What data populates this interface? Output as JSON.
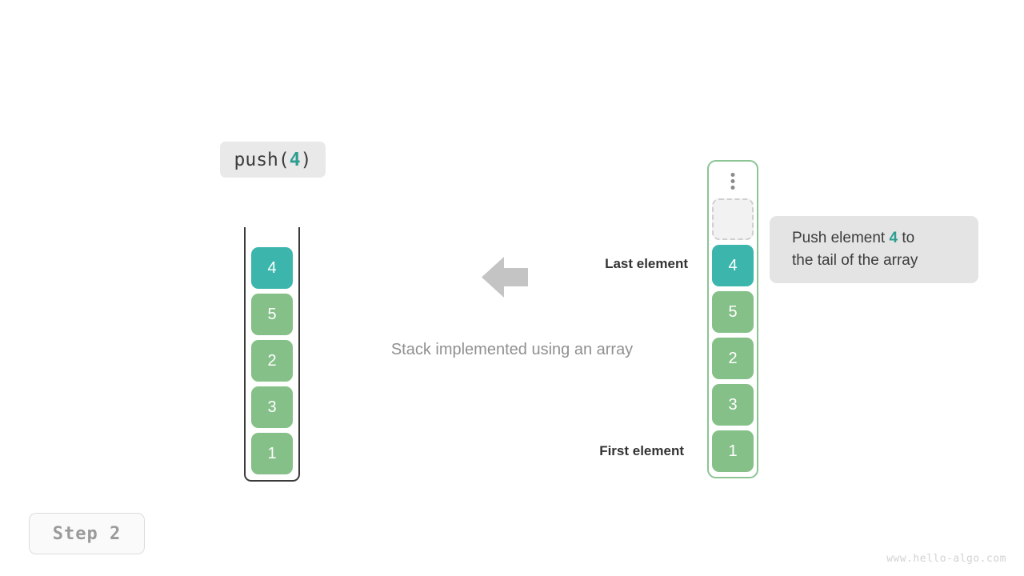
{
  "operation": {
    "prefix": "push(",
    "value": "4",
    "suffix": ")"
  },
  "stack_panel": {
    "name": "stack-implemented-using-an-array",
    "caption": "Stack implemented using an array",
    "cells_top_to_bottom": [
      {
        "value": "4",
        "state": "new"
      },
      {
        "value": "5",
        "state": "existing"
      },
      {
        "value": "2",
        "state": "existing"
      },
      {
        "value": "3",
        "state": "existing"
      },
      {
        "value": "1",
        "state": "existing"
      }
    ]
  },
  "annotations": {
    "last_element": "Last element",
    "first_element": "First element",
    "arrow_icon": "arrow-left-icon"
  },
  "array_panel": {
    "ellipsis_icon": "vertical-ellipsis-icon",
    "empty_slot_label": "",
    "cells_top_to_bottom": [
      {
        "value": "4",
        "state": "new"
      },
      {
        "value": "5",
        "state": "existing"
      },
      {
        "value": "2",
        "state": "existing"
      },
      {
        "value": "3",
        "state": "existing"
      },
      {
        "value": "1",
        "state": "existing"
      }
    ]
  },
  "callout": {
    "line1_prefix": "Push element ",
    "line1_value": "4",
    "line1_suffix": " to",
    "line2": "the tail of the array"
  },
  "step_badge": {
    "label": "Step 2"
  },
  "watermark": {
    "text": "www.hello-algo.com"
  },
  "colors": {
    "accent_teal": "#2e9e91",
    "cell_teal": "#3cb6ad",
    "cell_green": "#85c088",
    "array_border_green": "#8cc594",
    "label_gray": "#909090",
    "chip_gray": "#e9e9e9"
  }
}
